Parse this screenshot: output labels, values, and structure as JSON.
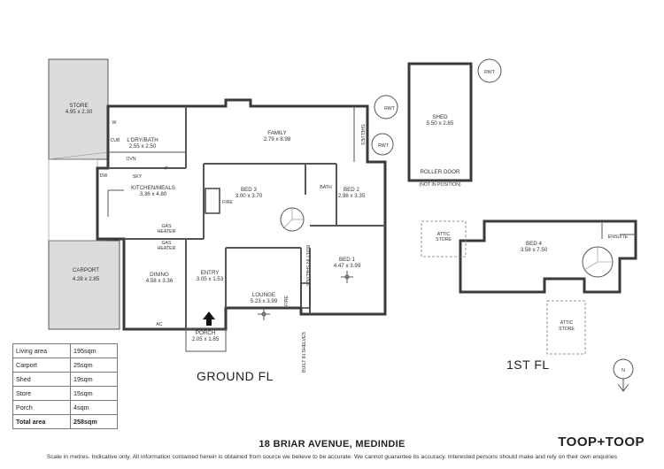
{
  "floor_labels": {
    "ground": "GROUND FL",
    "first": "1ST FL"
  },
  "rooms": {
    "store": {
      "name": "STORE",
      "dims": "4.95 x 2.30"
    },
    "laundry": {
      "name": "L'DRY/BATH",
      "dims": "2.55 x 2.50"
    },
    "family": {
      "name": "FAMILY",
      "dims": "2.79 x 8.98"
    },
    "kitchen": {
      "name": "KITCHEN/MEALS",
      "dims": "3.36 x 4.80"
    },
    "bed3": {
      "name": "BED 3",
      "dims": "3.00 x 3.70"
    },
    "bed2": {
      "name": "BED 2",
      "dims": "2.98 x 3.35"
    },
    "bed1": {
      "name": "BED 1",
      "dims": "4.47 x 3.99"
    },
    "carport": {
      "name": "CARPORT",
      "dims": "4.28 x 2.85"
    },
    "dining": {
      "name": "DINING",
      "dims": "4.58 x 3.36"
    },
    "entry": {
      "name": "ENTRY",
      "dims": "3.05 x 1.53"
    },
    "lounge": {
      "name": "LOUNGE",
      "dims": "5.23 x 3.99"
    },
    "porch": {
      "name": "PORCH",
      "dims": "2.05 x 1.85"
    },
    "shed": {
      "name": "SHED",
      "dims": "5.50 x 2.85"
    },
    "bed4": {
      "name": "BED 4",
      "dims": "3.58 x 7.50"
    }
  },
  "small_labels": {
    "w": "W",
    "cub": "CUB",
    "ovn": "OVN",
    "dw": "DW",
    "sky": "SKY",
    "p": "P",
    "gas_heater": "GAS\nHEATER",
    "fire": "FIRE",
    "robe": "ROBE",
    "bath": "BATH",
    "shelves": "SHELVES",
    "rwt": "RWT",
    "roller_door": "ROLLER DOOR",
    "not_in_position": "(NOT IN POSITION)",
    "ac": "AC",
    "built_in_shelves": "BUILT IN SHELVES",
    "attic_store": "ATTIC\nSTORE",
    "ensuite": "ENSUITE",
    "north": "N"
  },
  "areas": [
    {
      "label": "Living area",
      "value": "195sqm"
    },
    {
      "label": "Carport",
      "value": "25sqm"
    },
    {
      "label": "Shed",
      "value": "19sqm"
    },
    {
      "label": "Store",
      "value": "15sqm"
    },
    {
      "label": "Porch",
      "value": "4sqm"
    },
    {
      "label": "Total area",
      "value": "258sqm"
    }
  ],
  "address": "18 BRIAR AVENUE, MEDINDIE",
  "brand": "TOOP+TOOP",
  "disclaimer": "Scale in metres. Indicative only. All information contained herein is obtained from source we believe to be accurate. We cannot guarantee its accuracy. Interested persons should make and rely on their own enquiries"
}
